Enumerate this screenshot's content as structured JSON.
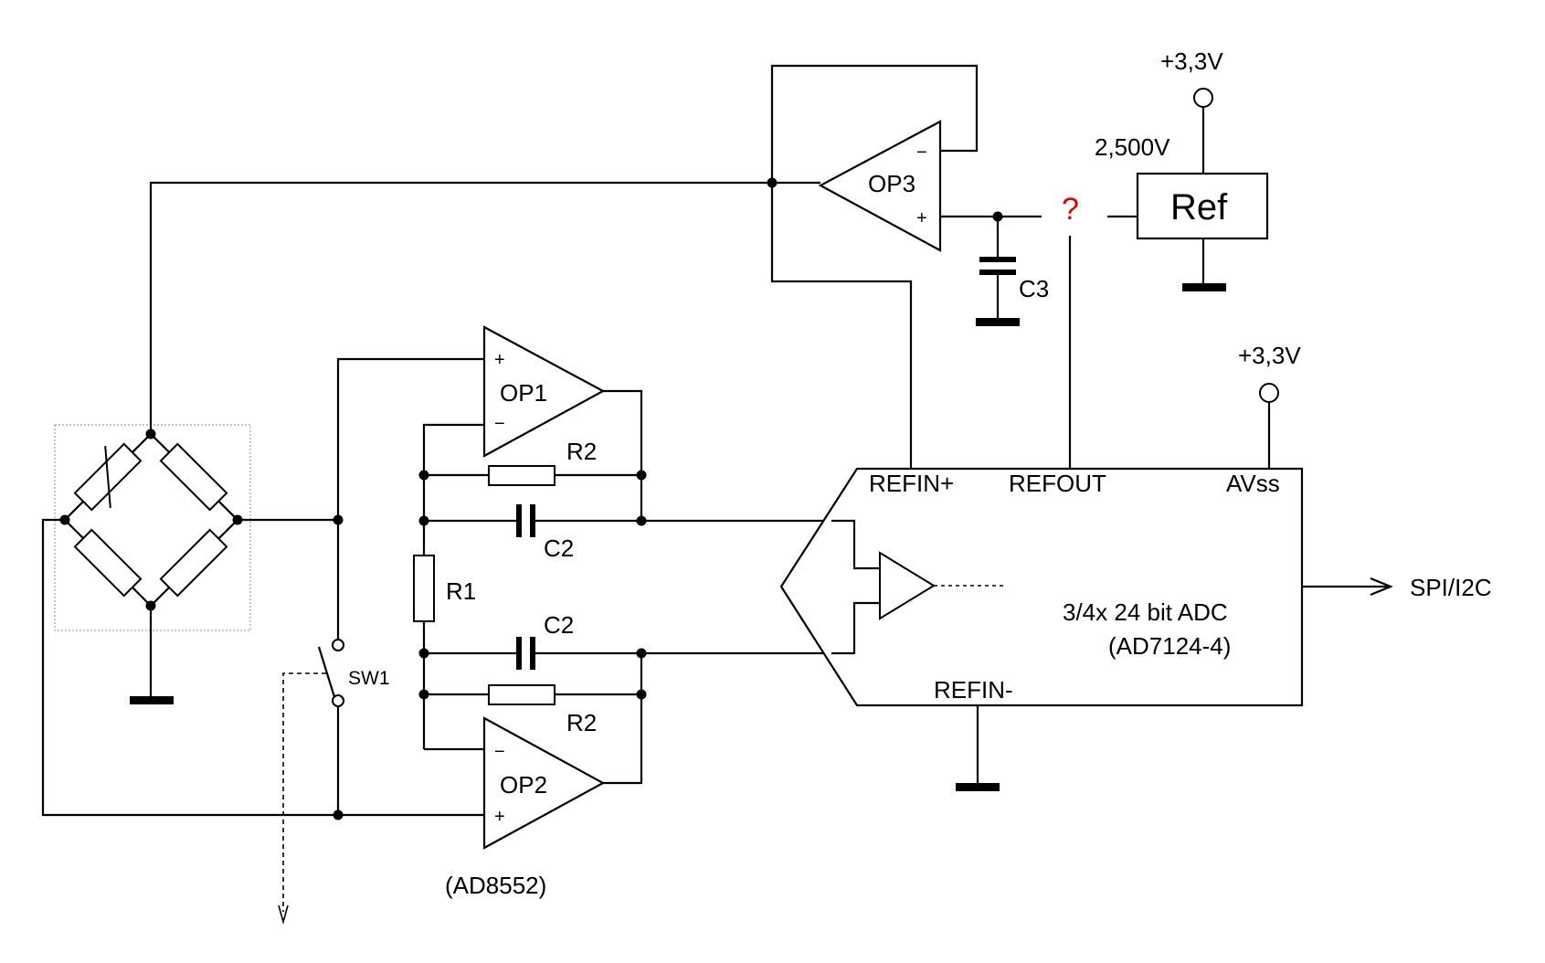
{
  "labels": {
    "vcc_ref": "+3,3V",
    "vref_value": "2,500V",
    "ref_block": "Ref",
    "unknown": "?",
    "op1": "OP1",
    "op2": "OP2",
    "op3": "OP3",
    "c3": "C3",
    "vcc_adc": "+3,3V",
    "r2_top": "R2",
    "c2_top": "C2",
    "r1": "R1",
    "c2_bottom": "C2",
    "r2_bottom": "R2",
    "sw1": "SW1",
    "opamp_part": "(AD8552)",
    "refin_plus": "REFIN+",
    "refout": "REFOUT",
    "avss": "AVss",
    "refin_minus": "REFIN-",
    "adc_desc": "3/4x 24 bit ADC",
    "adc_part": "(AD7124-4)",
    "interface": "SPI/I2C",
    "plus": "+",
    "minus": "−"
  },
  "colors": {
    "wire": "#000000",
    "unknown": "#e00000"
  }
}
